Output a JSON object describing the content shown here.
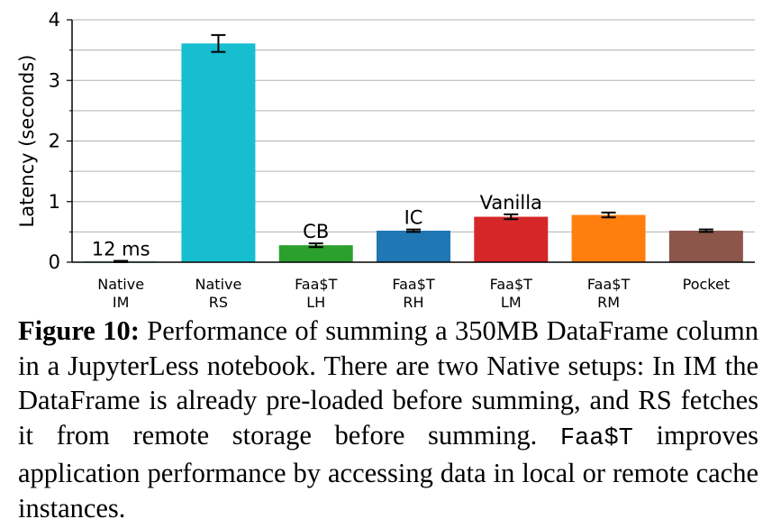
{
  "chart_data": {
    "type": "bar",
    "ylabel": "Latency (seconds)",
    "ylim": [
      0,
      4
    ],
    "yticks": [
      "0",
      "1",
      "2",
      "3",
      "4"
    ],
    "grid": true,
    "categories": [
      [
        "Native",
        "IM"
      ],
      [
        "Native",
        "RS"
      ],
      [
        "Faa$T",
        "LH"
      ],
      [
        "Faa$T",
        "RH"
      ],
      [
        "Faa$T",
        "LM"
      ],
      [
        "Faa$T",
        "RM"
      ],
      [
        "Pocket"
      ]
    ],
    "values": [
      0.012,
      3.61,
      0.28,
      0.52,
      0.75,
      0.78,
      0.52
    ],
    "errors": [
      0.01,
      0.14,
      0.03,
      0.02,
      0.04,
      0.04,
      0.02
    ],
    "colors": [
      "#17becf",
      "#17becf",
      "#2ca02c",
      "#1f77b4",
      "#d62728",
      "#ff7f0e",
      "#8c564b"
    ],
    "annotations": [
      "12 ms",
      "",
      "CB",
      "IC",
      "Vanilla",
      "",
      ""
    ]
  },
  "caption": {
    "label": "Figure 10:",
    "text_1": " Performance of summing a 350MB DataFrame column in a JupyterLess notebook. There are two Native setups: In IM the DataFrame is already pre-loaded before summing, and RS fetches it from remote storage before summing. ",
    "mono": "Faa$T",
    "text_2": " improves application performance by accessing data in local or remote cache instances."
  }
}
